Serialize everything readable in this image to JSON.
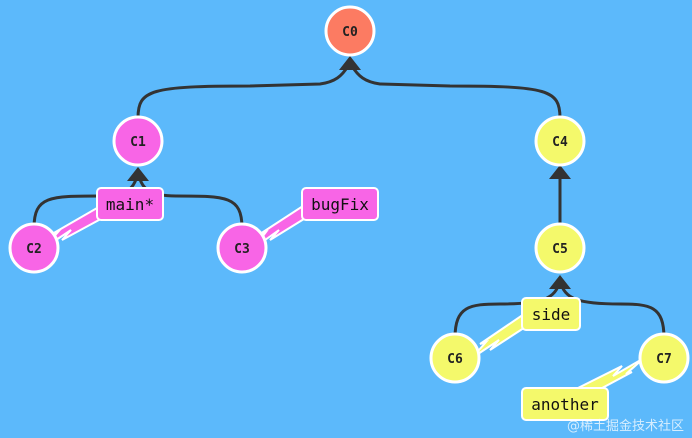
{
  "colors": {
    "background": "#5cb9fb",
    "root_commit": "#fc7b62",
    "main_commits": "#f865e6",
    "side_commits": "#f4f96b",
    "edge": "#333333",
    "node_border": "#ffffff"
  },
  "commits": {
    "c0": "C0",
    "c1": "C1",
    "c2": "C2",
    "c3": "C3",
    "c4": "C4",
    "c5": "C5",
    "c6": "C6",
    "c7": "C7"
  },
  "branches": {
    "main": "main*",
    "bugfix": "bugFix",
    "side": "side",
    "another": "another"
  },
  "watermark": "@稀土掘金技术社区"
}
